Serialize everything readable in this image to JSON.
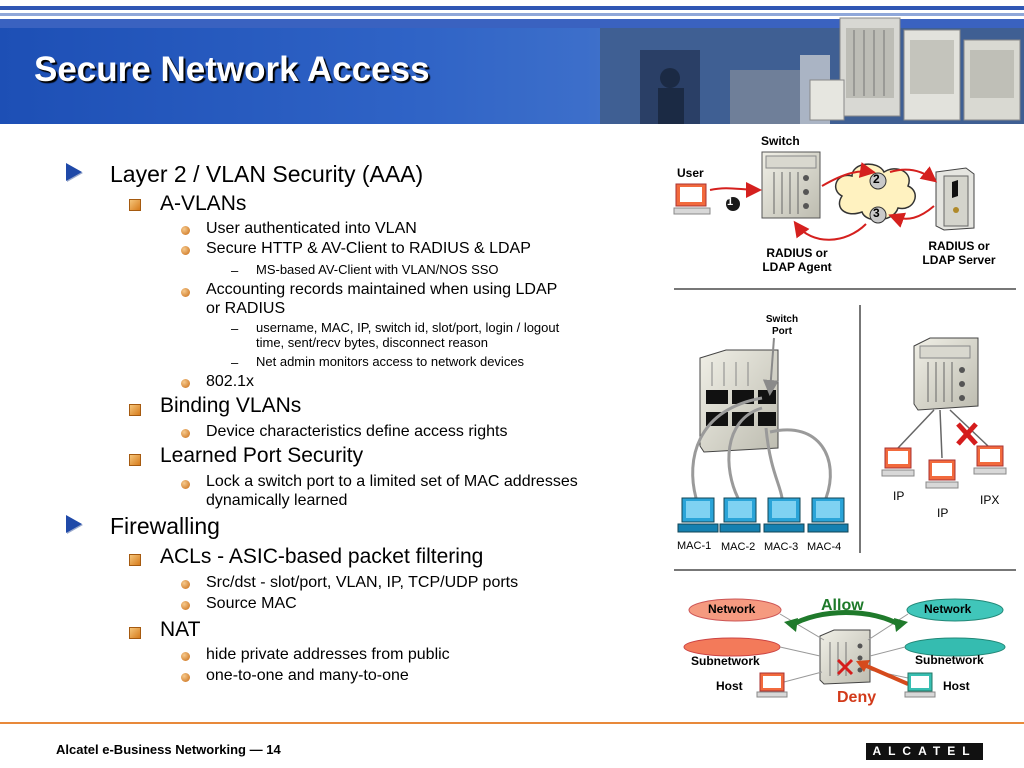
{
  "title": "Secure Network Access",
  "bullets": {
    "b1": "Layer 2 / VLAN Security (AAA)",
    "b1_1": "A-VLANs",
    "b1_1_1": "User authenticated into VLAN",
    "b1_1_2": "Secure HTTP & AV-Client to RADIUS & LDAP",
    "b1_1_2_1": "MS-based AV-Client with VLAN/NOS SSO",
    "b1_1_3_a": "Accounting records maintained when using LDAP",
    "b1_1_3_b": "or RADIUS",
    "b1_1_3_1_a": "username, MAC, IP, switch id, slot/port, login /  logout",
    "b1_1_3_1_b": "time, sent/recv bytes, disconnect reason",
    "b1_1_3_2": "Net admin monitors access to network devices",
    "b1_1_4": "802.1x",
    "b1_2": "Binding VLANs",
    "b1_2_1": "Device characteristics define access rights",
    "b1_3": "Learned Port Security",
    "b1_3_1_a": "Lock a switch port to a limited set of MAC addresses",
    "b1_3_1_b": "dynamically learned",
    "b2": "Firewalling",
    "b2_1": "ACLs - ASIC-based packet filtering",
    "b2_1_1": "Src/dst - slot/port, VLAN, IP, TCP/UDP ports",
    "b2_1_2": "Source MAC",
    "b2_2": "NAT",
    "b2_2_1": "hide private addresses from public",
    "b2_2_2": "one-to-one and many-to-one",
    "dash": "–"
  },
  "diagram1": {
    "switch": "Switch",
    "user": "User",
    "step1": "1",
    "step2": "2",
    "step3": "3",
    "agent_a": "RADIUS or",
    "agent_b": "LDAP Agent",
    "server_a": "RADIUS or",
    "server_b": "LDAP Server"
  },
  "diagram2": {
    "switch_port_a": "Switch",
    "switch_port_b": "Port",
    "mac1": "MAC-1",
    "mac2": "MAC-2",
    "mac3": "MAC-3",
    "mac4": "MAC-4"
  },
  "diagram3": {
    "ip1": "IP",
    "ip2": "IP",
    "ipx": "IPX"
  },
  "diagram4": {
    "allow": "Allow",
    "deny": "Deny",
    "network_left": "Network",
    "network_right": "Network",
    "subnet_left": "Subnetwork",
    "subnet_right": "Subnetwork",
    "host_left": "Host",
    "host_right": "Host"
  },
  "footer": {
    "text": "Alcatel e-Business Networking — 14",
    "logo": "ALCATEL"
  },
  "colors": {
    "header_blue": "#2f63c6",
    "accent_orange": "#e8893a",
    "allow_green": "#1e7a2a",
    "deny_red": "#d23a1a"
  }
}
